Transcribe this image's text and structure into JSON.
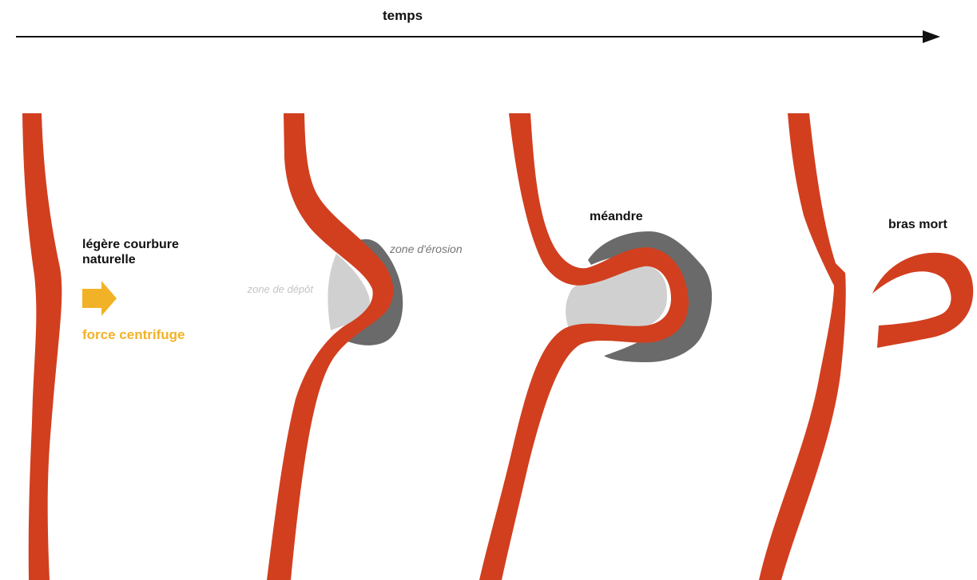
{
  "header": {
    "time_label": "temps"
  },
  "stage1": {
    "curve_label": "légère courbure naturelle",
    "force_label": "force centrifuge"
  },
  "stage2": {
    "erosion_label": "zone d'érosion",
    "deposit_label": "zone de dépôt"
  },
  "stage3": {
    "meander_label": "méandre"
  },
  "stage4": {
    "oxbow_label": "bras mort"
  },
  "colors": {
    "river": "#d13f1f",
    "force": "#f2b227",
    "erosion": "#6a6a6a",
    "deposit": "#d0d0d0",
    "axis": "#111111"
  }
}
